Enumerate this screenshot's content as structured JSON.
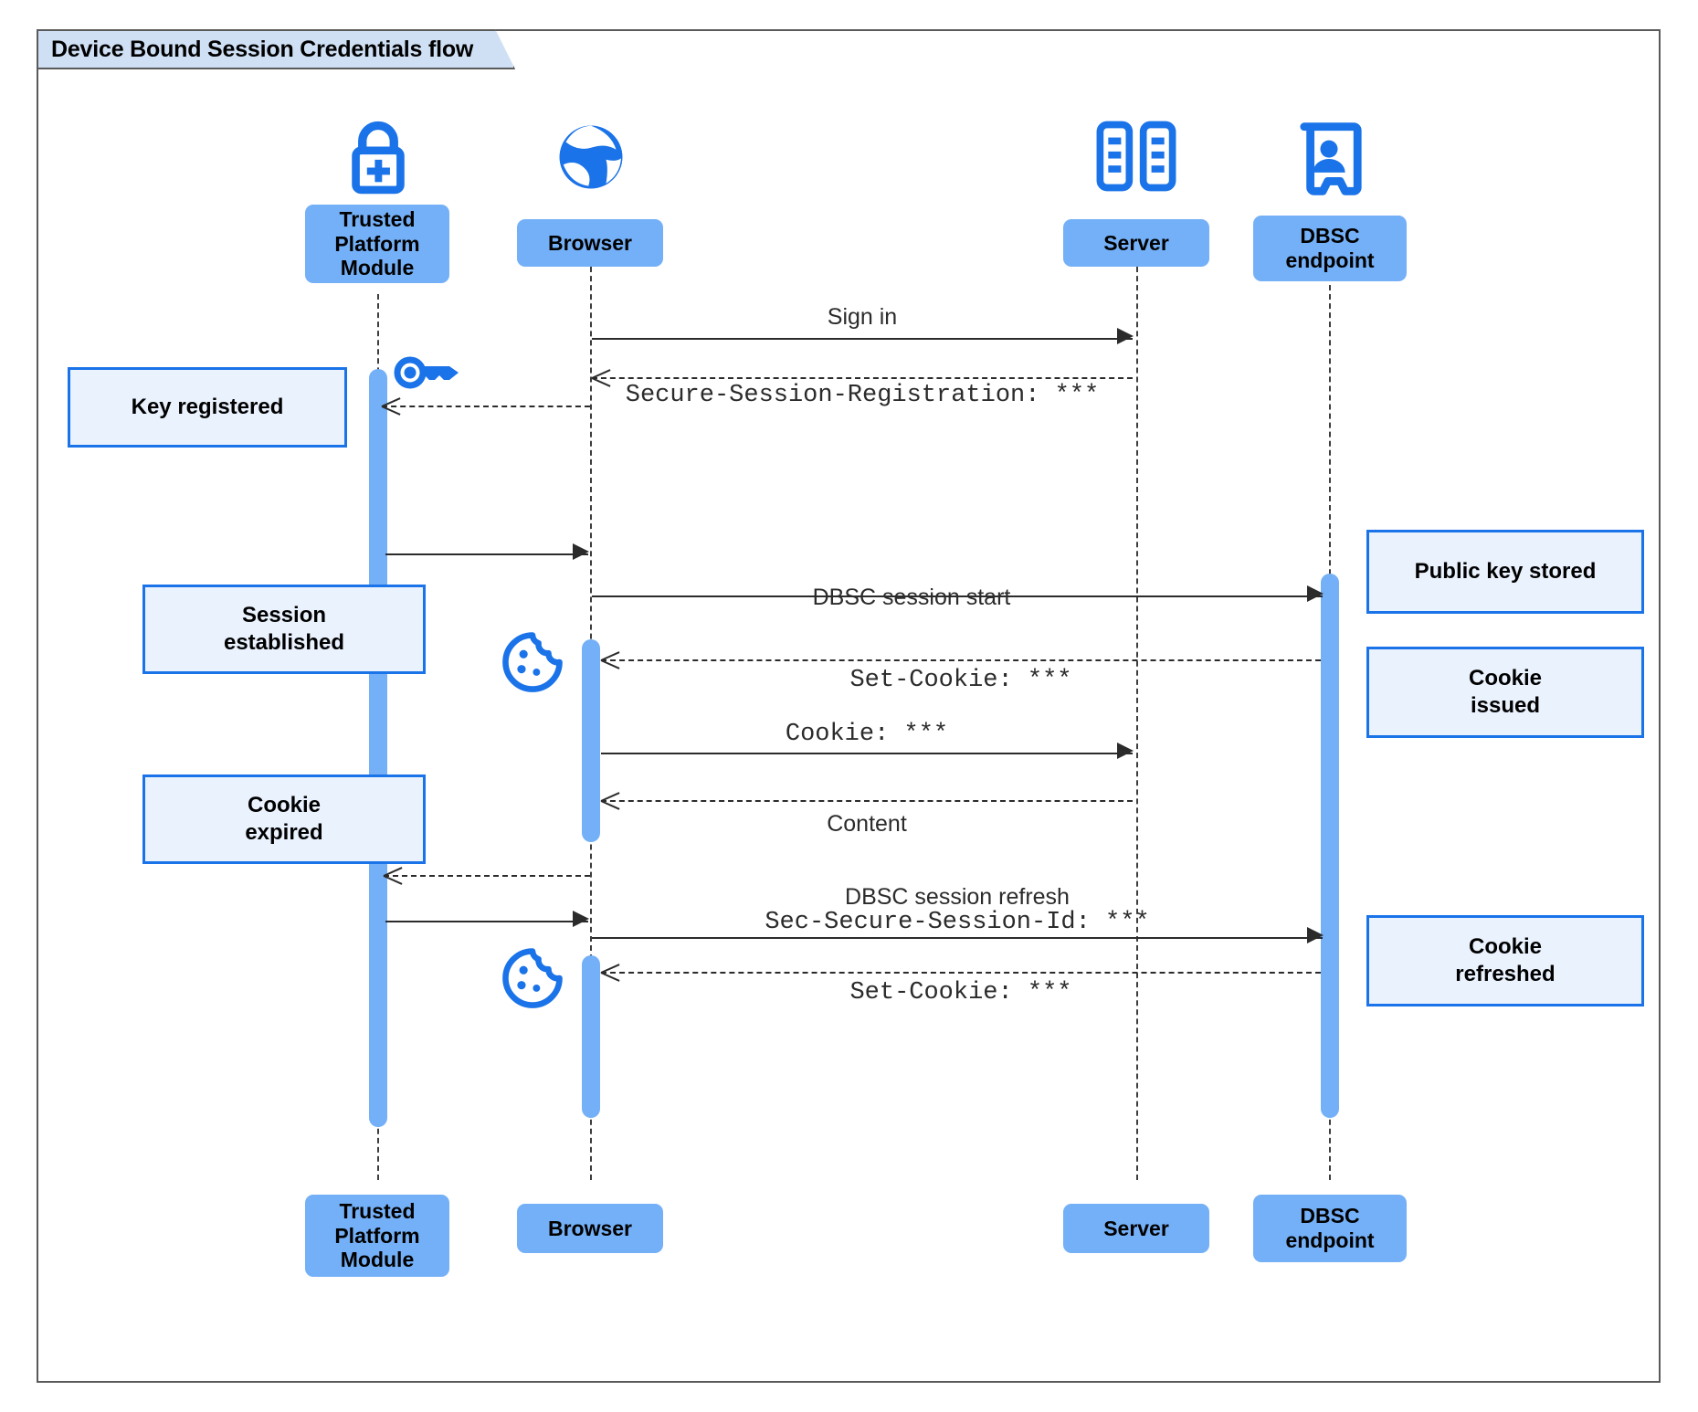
{
  "diagram": {
    "title": "Device Bound Session Credentials flow",
    "type": "uml-sequence-diagram",
    "accent_color": "#1a73e8",
    "participant_fill": "#74b0f7",
    "note_fill": "#eaf2fe",
    "note_border": "#1a73e8"
  },
  "participants": [
    {
      "id": "tpm",
      "label": "Trusted\nPlatform\nModule",
      "label_line1": "Trusted",
      "label_line2": "Platform",
      "label_line3": "Module",
      "icon": "padlock-plus-icon"
    },
    {
      "id": "browser",
      "label": "Browser",
      "icon": "globe-icon"
    },
    {
      "id": "server",
      "label": "Server",
      "icon": "server-rack-icon"
    },
    {
      "id": "dbsc",
      "label": "DBSC\nendpoint",
      "label_line1": "DBSC",
      "label_line2": "endpoint",
      "icon": "id-badge-icon"
    }
  ],
  "messages": [
    {
      "id": "m1",
      "text": "Sign in",
      "style": "sans",
      "arrow": "solid",
      "from": "browser",
      "to": "server"
    },
    {
      "id": "m2",
      "text": "Secure-Session-Registration: ***",
      "style": "mono",
      "arrow": "dashed",
      "from": "server",
      "to": "browser"
    },
    {
      "id": "m3",
      "text": "",
      "style": "sans",
      "arrow": "dashed",
      "from": "browser",
      "to": "tpm"
    },
    {
      "id": "m4",
      "text": "",
      "style": "sans",
      "arrow": "solid",
      "from": "tpm",
      "to": "browser"
    },
    {
      "id": "m5",
      "text": "DBSC session start",
      "style": "sans",
      "arrow": "solid",
      "from": "browser",
      "to": "dbsc"
    },
    {
      "id": "m6",
      "text": "Set-Cookie: ***",
      "style": "mono",
      "arrow": "dashed",
      "from": "dbsc",
      "to": "browser"
    },
    {
      "id": "m7",
      "text": "Cookie: ***",
      "style": "mono",
      "arrow": "solid",
      "from": "browser",
      "to": "server"
    },
    {
      "id": "m8",
      "text": "Content",
      "style": "sans",
      "arrow": "dashed",
      "from": "server",
      "to": "browser"
    },
    {
      "id": "m9",
      "text": "",
      "style": "sans",
      "arrow": "dashed",
      "from": "browser",
      "to": "tpm"
    },
    {
      "id": "m10",
      "text": "",
      "style": "sans",
      "arrow": "solid",
      "from": "tpm",
      "to": "browser"
    },
    {
      "id": "m11",
      "text": "DBSC session refresh",
      "style": "sans",
      "arrow": "solid",
      "from": "browser",
      "to": "dbsc"
    },
    {
      "id": "m12",
      "text": "Sec-Secure-Session-Id: ***",
      "style": "mono",
      "arrow": "solid",
      "from": "browser",
      "to": "dbsc"
    },
    {
      "id": "m13",
      "text": "Set-Cookie: ***",
      "style": "mono",
      "arrow": "dashed",
      "from": "dbsc",
      "to": "browser"
    }
  ],
  "notes": [
    {
      "id": "n1",
      "text": "Key registered",
      "line1": "Key registered",
      "line2": "",
      "side": "left",
      "anchor": "tpm"
    },
    {
      "id": "n2",
      "text": "Session established",
      "line1": "Session",
      "line2": "established",
      "side": "left",
      "anchor": "tpm"
    },
    {
      "id": "n3",
      "text": "Cookie expired",
      "line1": "Cookie",
      "line2": "expired",
      "side": "left",
      "anchor": "tpm"
    },
    {
      "id": "n4",
      "text": "Public key stored",
      "line1": "Public key stored",
      "line2": "",
      "side": "right",
      "anchor": "dbsc"
    },
    {
      "id": "n5",
      "text": "Cookie issued",
      "line1": "Cookie",
      "line2": "issued",
      "side": "right",
      "anchor": "dbsc"
    },
    {
      "id": "n6",
      "text": "Cookie refreshed",
      "line1": "Cookie",
      "line2": "refreshed",
      "side": "right",
      "anchor": "dbsc"
    }
  ],
  "inline_icons": [
    {
      "id": "key",
      "name": "key-icon",
      "near": "tpm"
    },
    {
      "id": "cookie1",
      "name": "cookie-icon",
      "near": "browser"
    },
    {
      "id": "cookie2",
      "name": "cookie-icon",
      "near": "browser"
    }
  ]
}
